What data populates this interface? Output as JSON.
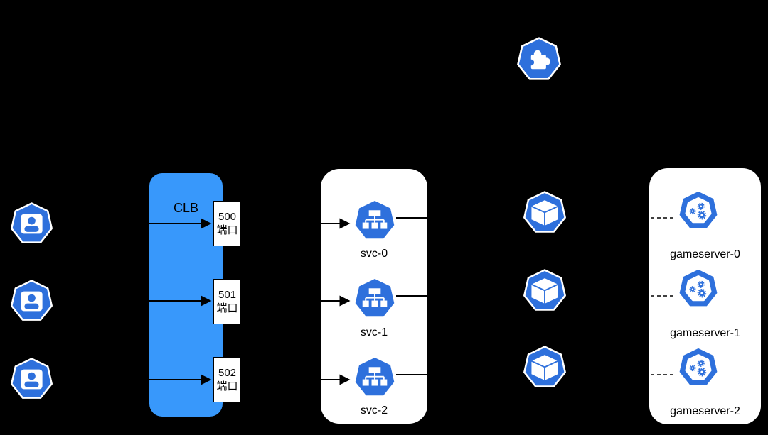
{
  "colors": {
    "bg": "#000000",
    "clb_blue": "#3898FB",
    "icon_blue": "#2E70DC",
    "box_white": "#FFFFFF",
    "line": "#000000",
    "text": "#000000"
  },
  "controller": {
    "icon": "puzzle-icon"
  },
  "clients": {
    "icon": "user-icon",
    "count": 3
  },
  "clb": {
    "label": "CLB",
    "ports": [
      {
        "number": "500",
        "suffix": "端口"
      },
      {
        "number": "501",
        "suffix": "端口"
      },
      {
        "number": "502",
        "suffix": "端口"
      }
    ]
  },
  "services": [
    {
      "label": "svc-0",
      "icon": "service-icon"
    },
    {
      "label": "svc-1",
      "icon": "service-icon"
    },
    {
      "label": "svc-2",
      "icon": "service-icon"
    }
  ],
  "pods": {
    "icon": "cube-icon",
    "count": 3
  },
  "gameservers": [
    {
      "label": "gameserver-0",
      "icon": "gears-icon"
    },
    {
      "label": "gameserver-1",
      "icon": "gears-icon"
    },
    {
      "label": "gameserver-2",
      "icon": "gears-icon"
    }
  ]
}
